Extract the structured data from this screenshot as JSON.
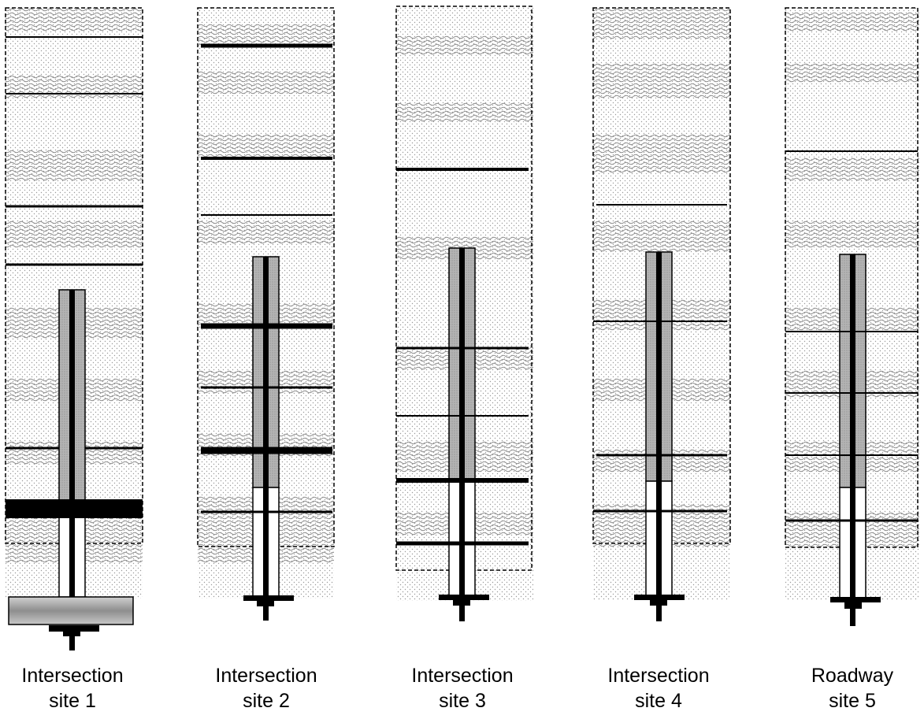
{
  "figure": {
    "sites": [
      {
        "id": 1,
        "label_line1": "Intersection",
        "label_line2": "site 1"
      },
      {
        "id": 2,
        "label_line1": "Intersection",
        "label_line2": "site 2"
      },
      {
        "id": 3,
        "label_line1": "Intersection",
        "label_line2": "site 3"
      },
      {
        "id": 4,
        "label_line1": "Intersection",
        "label_line2": "site 4"
      },
      {
        "id": 5,
        "label_line1": "Roadway",
        "label_line2": "site 5"
      }
    ]
  },
  "colors": {
    "border": "#000000",
    "stipple": "#9a9a9a",
    "wave": "#8a8a8a",
    "pipe_fill": "#b4b4b4",
    "plate_fill": "#a8a8a8"
  }
}
